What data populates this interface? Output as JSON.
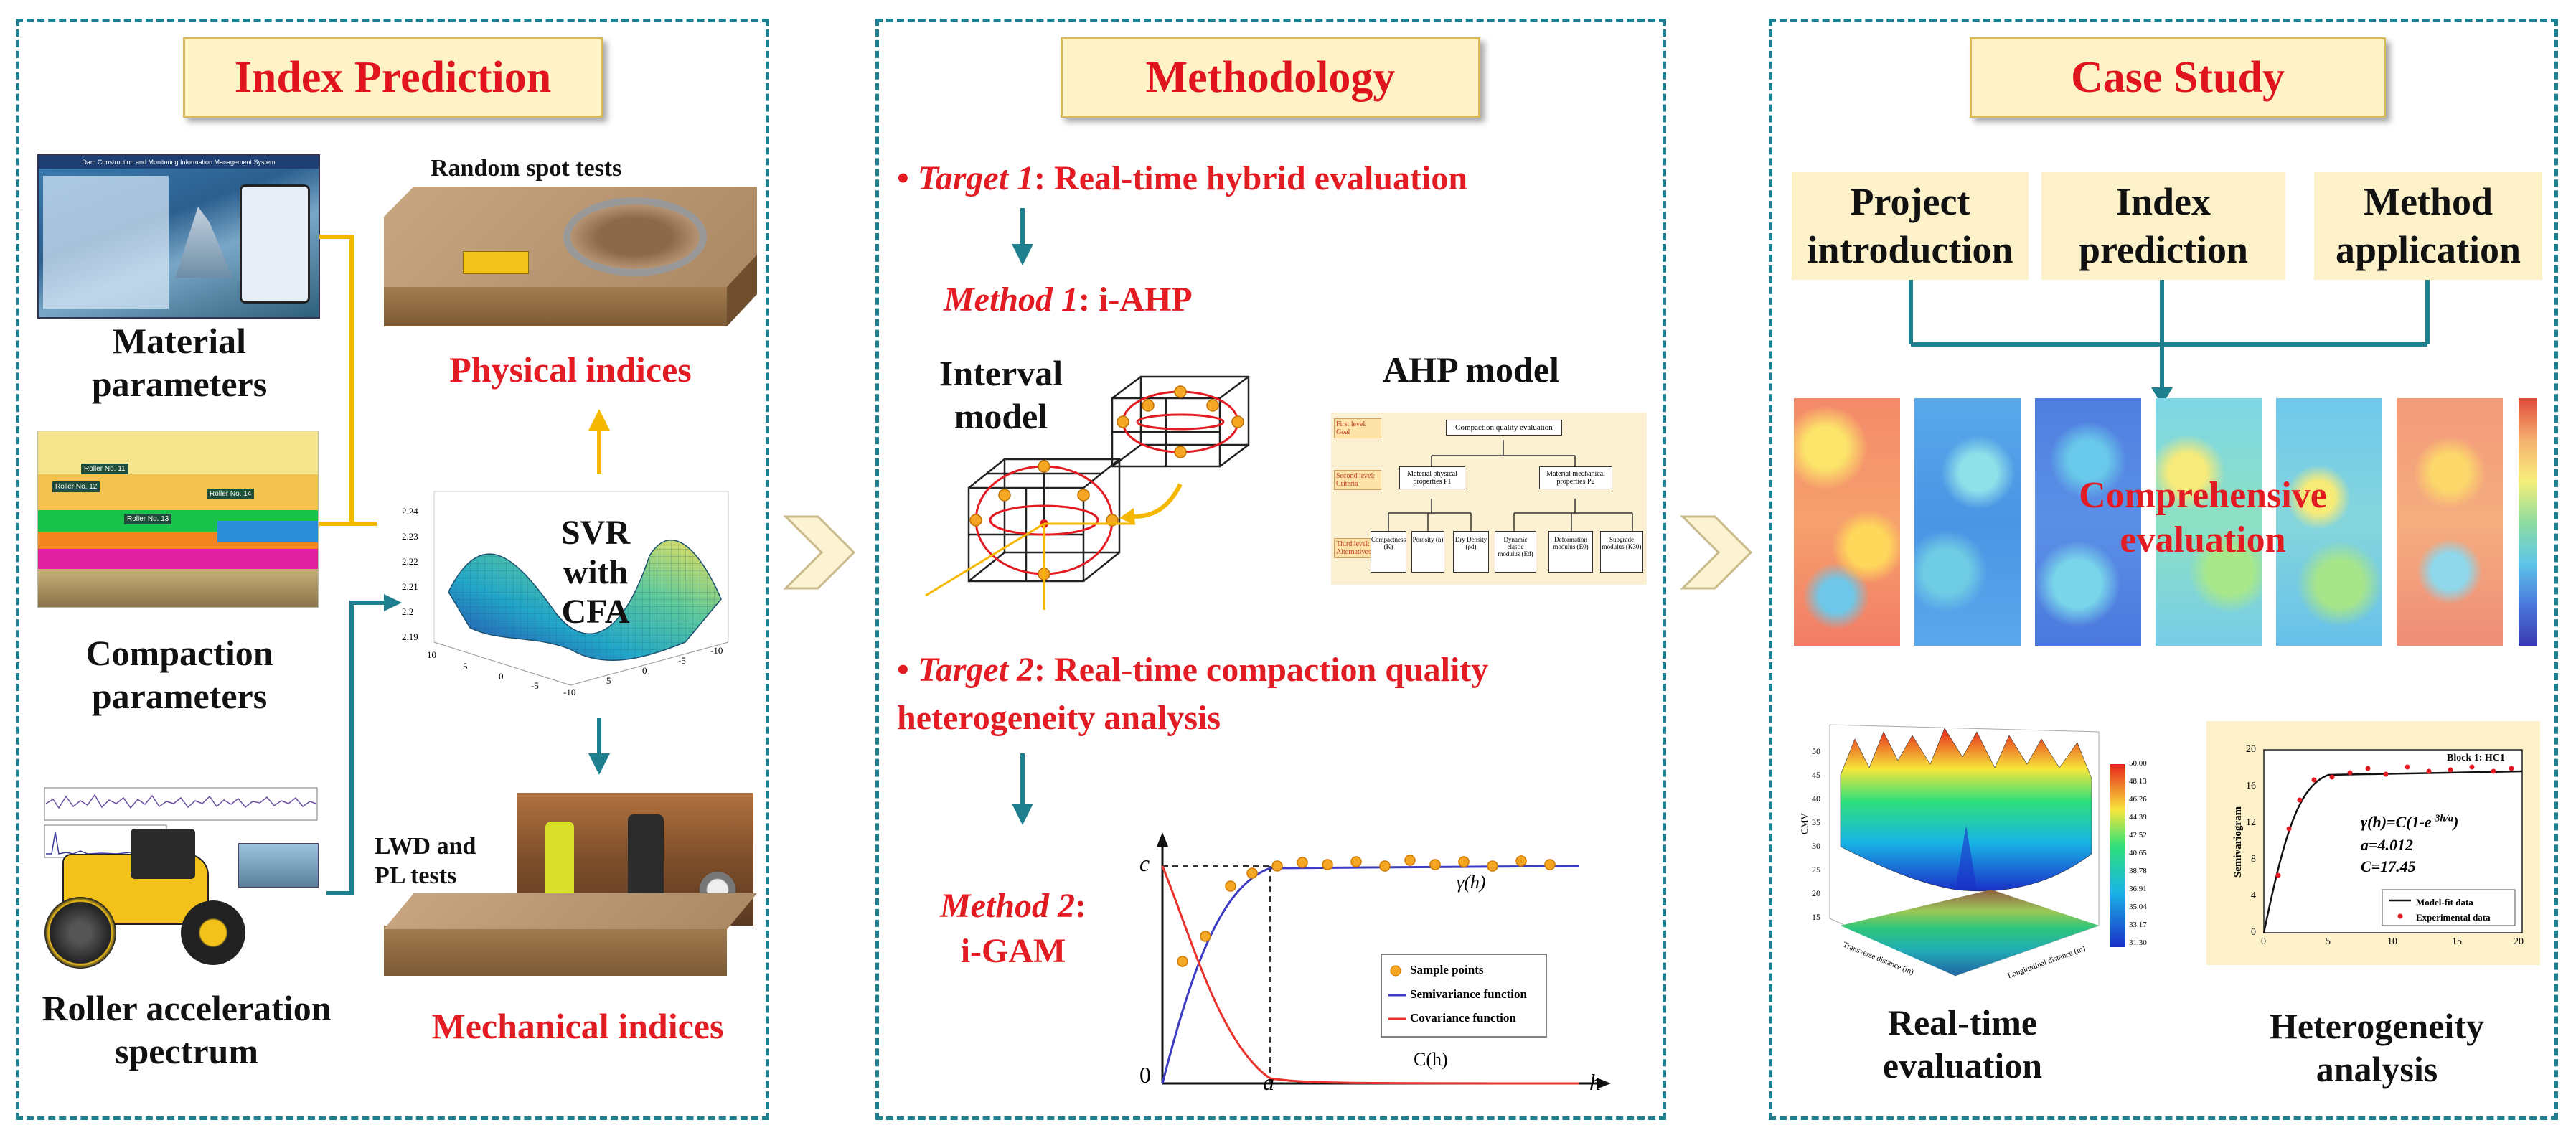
{
  "panels": {
    "index_prediction": {
      "title": "Index Prediction",
      "material_label": "Material\nparameters",
      "compaction_label": "Compaction\nparameters",
      "roller_label": "Roller acceleration\nspectrum",
      "random_spot": "Random spot tests",
      "physical": "Physical indices",
      "svr": "SVR\nwith\nCFA",
      "lwd": "LWD and\nPL tests",
      "mechanical": "Mechanical indices",
      "system_title": "Dam Construction and Monitoring Information Management System",
      "roller_tags": [
        "Roller No. 11",
        "Roller No. 12",
        "Roller No. 13",
        "Roller No. 14"
      ],
      "surface_z_ticks": [
        "2.24",
        "2.23",
        "2.22",
        "2.21",
        "2.2",
        "2.19"
      ],
      "surface_x_ticks": [
        "10",
        "5",
        "0",
        "-5",
        "-10"
      ],
      "surface_y_ticks": [
        "5",
        "0",
        "-5",
        "-10"
      ]
    },
    "methodology": {
      "title": "Methodology",
      "target1_label": "Target 1",
      "target1_text": ": Real-time hybrid evaluation",
      "method1_label": "Method 1",
      "method1_text": ": i-AHP",
      "interval_model": "Interval\nmodel",
      "ahp_model": "AHP model",
      "ahp": {
        "goal_tag": "First level: Goal",
        "criteria_tag": "Second level: Criteria",
        "alternatives_tag": "Third level: Alternatives",
        "root": "Compaction quality evaluation",
        "criteria": [
          "Material physical properties P1",
          "Material mechanical properties P2"
        ],
        "alternatives": [
          "Compactness (K)",
          "Porosity (n)",
          "Dry Density (ρd)",
          "Dynamic elastic modulus (Ed)",
          "Deformation modulus (E0)",
          "Subgrade modulus (K30)"
        ]
      },
      "target2_label": "Target 2",
      "target2_text": ": Real-time compaction quality heterogeneity analysis",
      "method2_label": "Method 2",
      "method2_text": ":\ni-GAM",
      "chart": {
        "c_label": "c",
        "zero_label": "0",
        "a_label": "a",
        "h_label": "h",
        "gamma_label": "γ(h)",
        "ch_label": "C(h)",
        "legend": [
          "Sample points",
          "Semivariance function",
          "Covariance function"
        ]
      }
    },
    "case_study": {
      "title": "Case Study",
      "boxes": [
        "Project\nintroduction",
        "Index\nprediction",
        "Method\napplication"
      ],
      "comprehensive": "Comprehensive\nevaluation",
      "realtime": "Real-time\nevaluation",
      "heterogeneity": "Heterogeneity\nanalysis",
      "colorbar_values": [
        "50.00",
        "48.13",
        "46.26",
        "44.39",
        "42.52",
        "40.65",
        "38.78",
        "36.91",
        "35.04",
        "33.17",
        "31.30"
      ],
      "surface_axis": "CMV",
      "surface_axis_x": "Transverse distance (m)",
      "surface_axis_y": "Longitudinal distance (m)",
      "surface_z_ticks": [
        "50",
        "45",
        "40",
        "35",
        "30",
        "25",
        "20",
        "15"
      ],
      "variogram": {
        "block": "Block 1: HC1",
        "formula": "γ(h)=C(1-e",
        "formula_exp": "-3h/a",
        "formula_end": ")",
        "a_value": "a=4.012",
        "c_value": "C=17.45",
        "ylabel": "Semivariogram",
        "y_ticks": [
          "20",
          "16",
          "12",
          "8",
          "4",
          "0"
        ],
        "x_ticks": [
          "0",
          "5",
          "10",
          "15",
          "20"
        ],
        "legend": [
          "Model-fit data",
          "Experimental data"
        ]
      }
    }
  }
}
